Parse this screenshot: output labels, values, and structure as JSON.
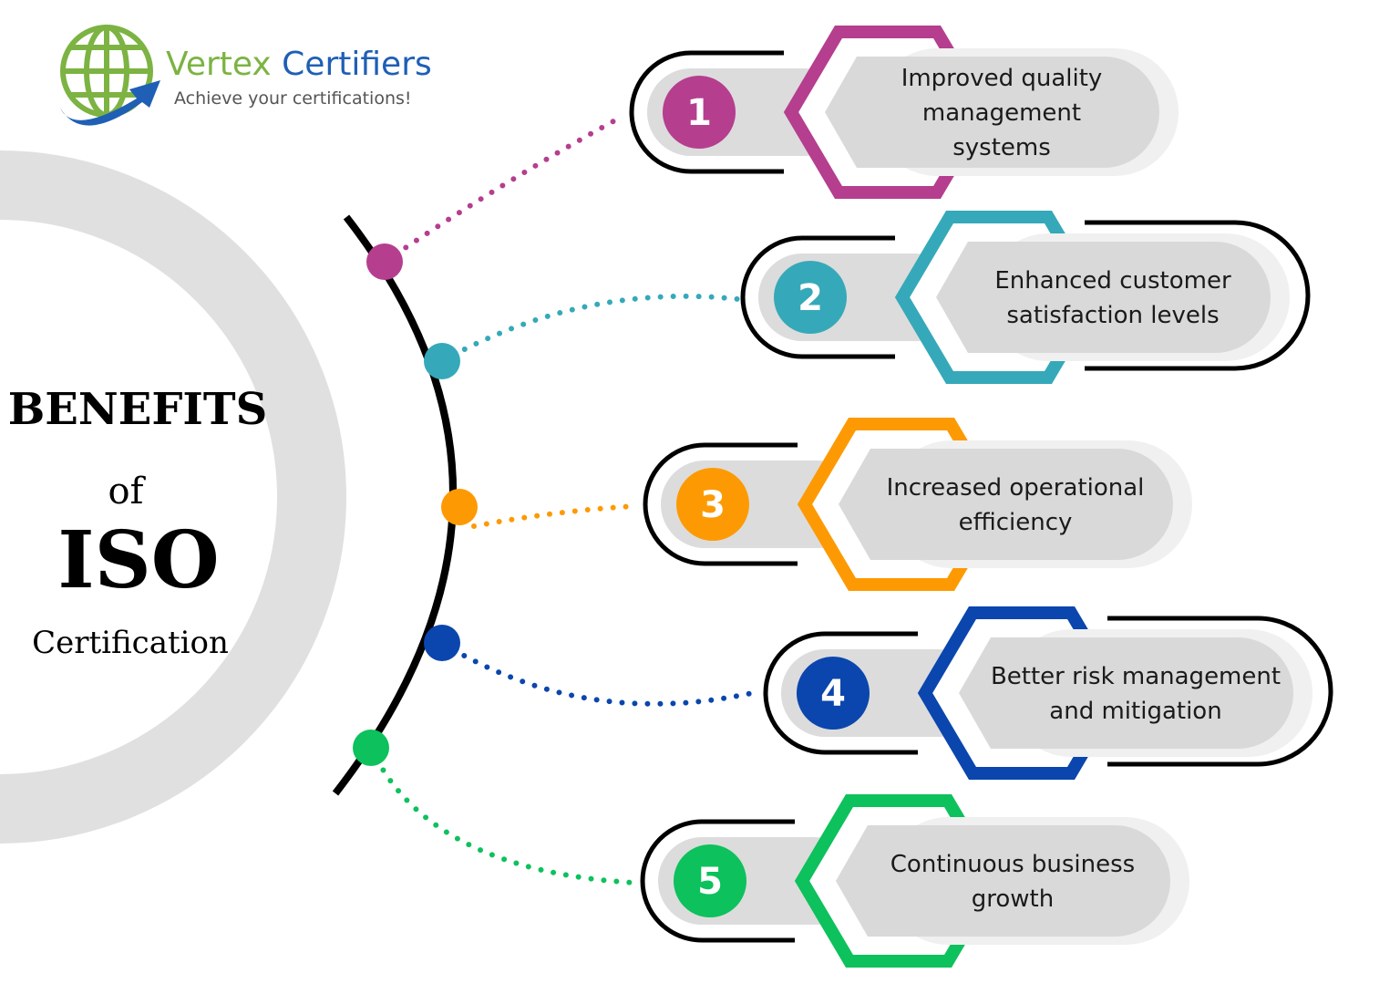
{
  "logo": {
    "name_part1": "Vertex",
    "name_part2": "Certifiers",
    "tagline": "Achieve your certifications!",
    "green": "#7cb342",
    "blue": "#1f5fb5"
  },
  "title": {
    "line1": "BENEFITS",
    "line2": "of",
    "line3": "ISO",
    "line4": "Certification"
  },
  "items": [
    {
      "number": "1",
      "lines": [
        "Improved quality",
        "management",
        "systems"
      ],
      "color": "#b53e8f"
    },
    {
      "number": "2",
      "lines": [
        "Enhanced customer",
        "satisfaction levels"
      ],
      "color": "#35a9b9"
    },
    {
      "number": "3",
      "lines": [
        "Increased operational",
        "efficiency"
      ],
      "color": "#fd9a03"
    },
    {
      "number": "4",
      "lines": [
        "Better risk management",
        "and mitigation"
      ],
      "color": "#0a46ad"
    },
    {
      "number": "5",
      "lines": [
        "Continuous  business",
        "growth"
      ],
      "color": "#0dc15c"
    }
  ]
}
